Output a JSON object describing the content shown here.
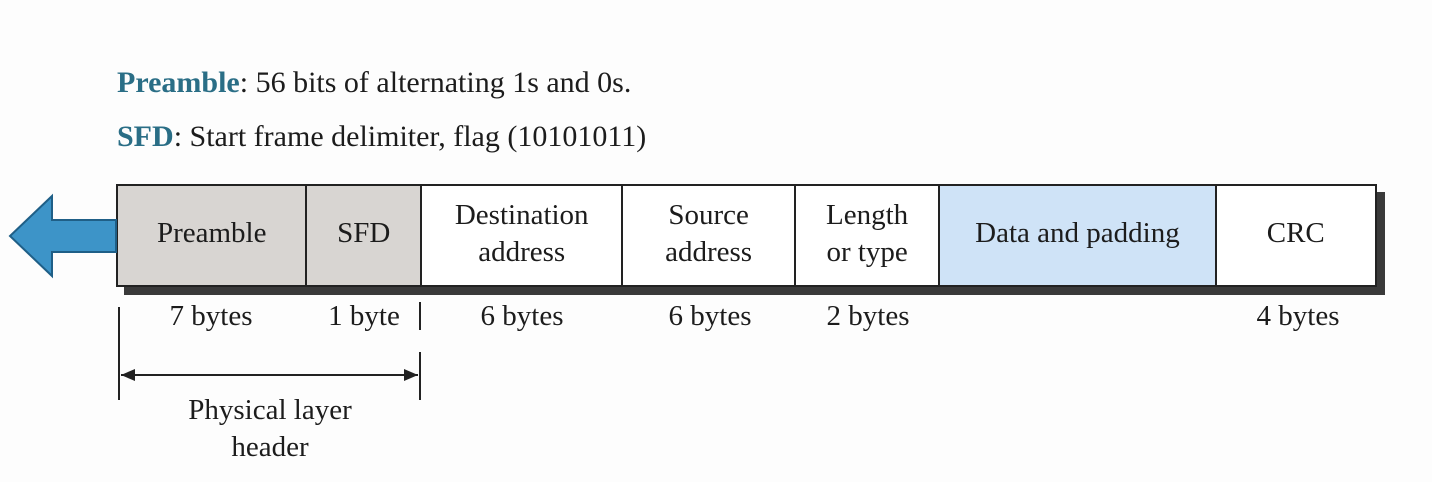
{
  "definitions": {
    "preamble_term": "Preamble",
    "preamble_text": ": 56 bits of alternating 1s and 0s.",
    "sfd_term": "SFD",
    "sfd_text": ": Start frame delimiter, flag (10101011)"
  },
  "frame": {
    "fields": [
      {
        "label": "Preamble",
        "color": "#d8d5d2"
      },
      {
        "label": "SFD",
        "color": "#d8d5d2"
      },
      {
        "label": "Destination\naddress",
        "color": "#ffffff"
      },
      {
        "label": "Source\naddress",
        "color": "#ffffff"
      },
      {
        "label": "Length\nor type",
        "color": "#ffffff"
      },
      {
        "label": "Data and padding",
        "color": "#cfe3f7"
      },
      {
        "label": "CRC",
        "color": "#ffffff"
      }
    ],
    "sizes": [
      "7 bytes",
      "1 byte",
      "6 bytes",
      "6 bytes",
      "2 bytes",
      "4 bytes"
    ]
  },
  "physical_header_label": "Physical layer\nheader",
  "colors": {
    "term": "#2a6e86",
    "arrow": "#3d94c8",
    "header_fill": "#d8d5d2",
    "data_fill": "#cfe3f7"
  },
  "icons": {
    "direction_arrow": "left-arrow-icon"
  }
}
